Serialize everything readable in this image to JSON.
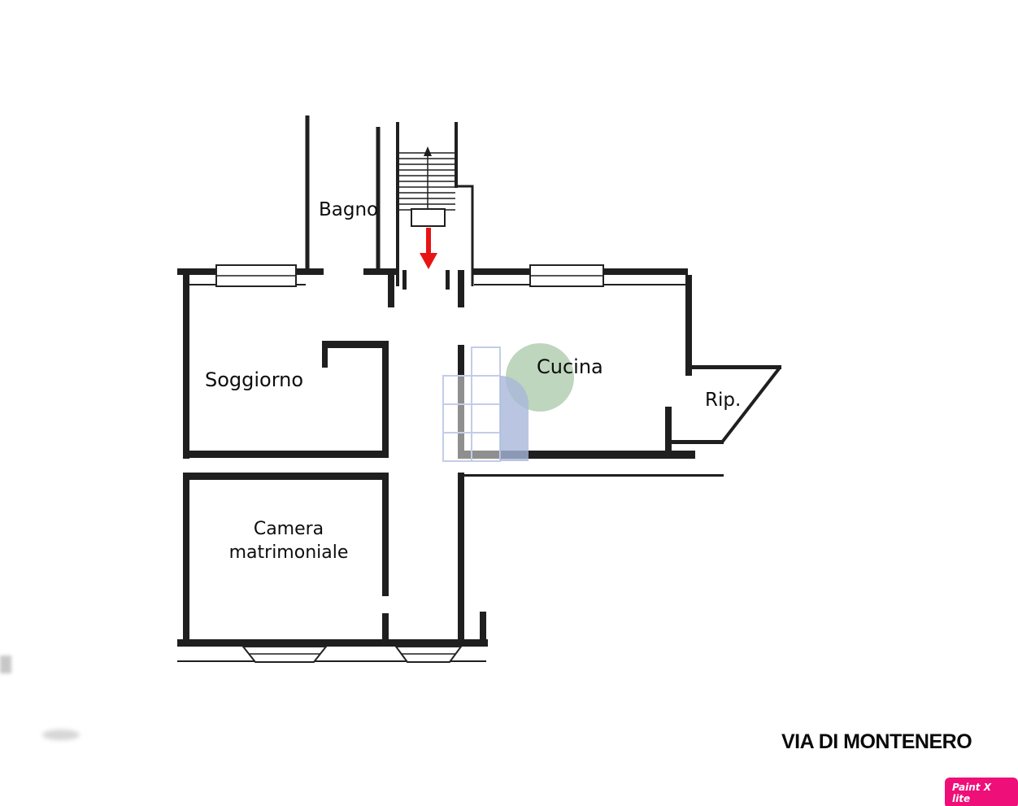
{
  "rooms": {
    "bagno": "Bagno",
    "soggiorno": "Soggiorno",
    "cucina": "Cucina",
    "rip": "Rip.",
    "camera_line1": "Camera",
    "camera_line2": "matrimoniale"
  },
  "annotations": {
    "street_label": "VIA DI MONTENERO",
    "watermark_badge": "Paint X lite"
  },
  "colors": {
    "wall_ink": "#1f1f1f",
    "entrance_arrow_red": "#e81414",
    "room_highlight_green": "#7dab7d",
    "furniture_overlay_blue": "#a9b6d9",
    "overlay_grid_stroke": "#c3cde8",
    "watermark_pink": "#ee0f78"
  }
}
